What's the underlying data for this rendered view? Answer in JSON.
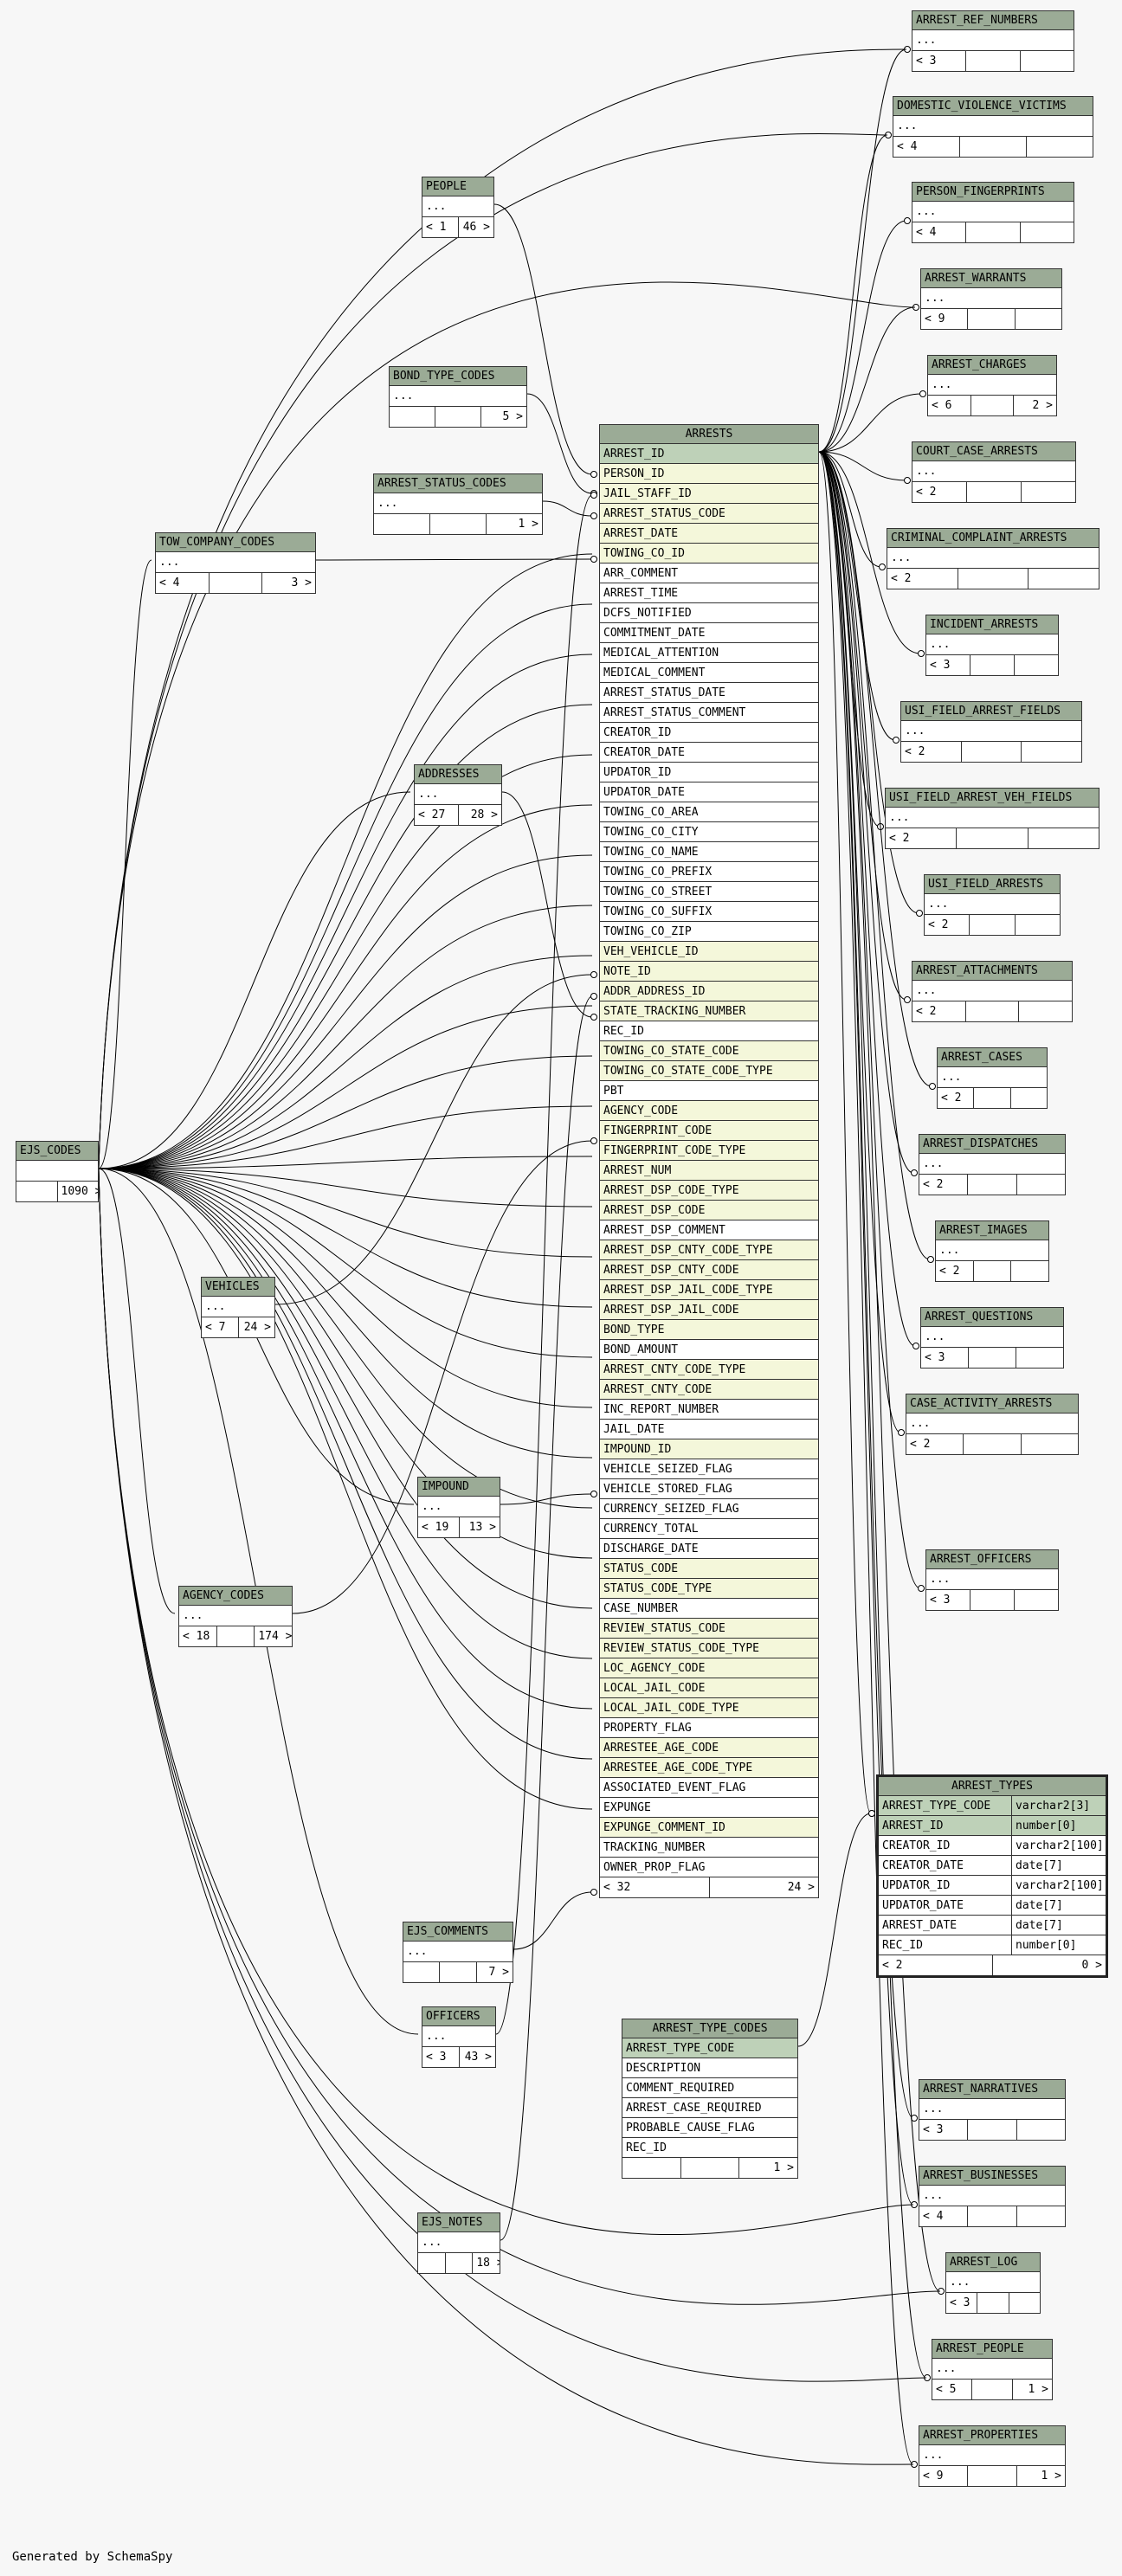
{
  "footer": "Generated by SchemaSpy",
  "arrests": {
    "name": "ARRESTS",
    "columns": [
      {
        "n": "ARREST_ID",
        "k": "pk"
      },
      {
        "n": "PERSON_ID",
        "k": "fk"
      },
      {
        "n": "JAIL_STAFF_ID",
        "k": "fk"
      },
      {
        "n": "ARREST_STATUS_CODE",
        "k": "fk"
      },
      {
        "n": "ARREST_DATE",
        "k": "fk"
      },
      {
        "n": "TOWING_CO_ID",
        "k": "fk"
      },
      {
        "n": "ARR_COMMENT",
        "k": ""
      },
      {
        "n": "ARREST_TIME",
        "k": ""
      },
      {
        "n": "DCFS_NOTIFIED",
        "k": ""
      },
      {
        "n": "COMMITMENT_DATE",
        "k": ""
      },
      {
        "n": "MEDICAL_ATTENTION",
        "k": ""
      },
      {
        "n": "MEDICAL_COMMENT",
        "k": ""
      },
      {
        "n": "ARREST_STATUS_DATE",
        "k": ""
      },
      {
        "n": "ARREST_STATUS_COMMENT",
        "k": ""
      },
      {
        "n": "CREATOR_ID",
        "k": ""
      },
      {
        "n": "CREATOR_DATE",
        "k": ""
      },
      {
        "n": "UPDATOR_ID",
        "k": ""
      },
      {
        "n": "UPDATOR_DATE",
        "k": ""
      },
      {
        "n": "TOWING_CO_AREA",
        "k": ""
      },
      {
        "n": "TOWING_CO_CITY",
        "k": ""
      },
      {
        "n": "TOWING_CO_NAME",
        "k": ""
      },
      {
        "n": "TOWING_CO_PREFIX",
        "k": ""
      },
      {
        "n": "TOWING_CO_STREET",
        "k": ""
      },
      {
        "n": "TOWING_CO_SUFFIX",
        "k": ""
      },
      {
        "n": "TOWING_CO_ZIP",
        "k": ""
      },
      {
        "n": "VEH_VEHICLE_ID",
        "k": "fk"
      },
      {
        "n": "NOTE_ID",
        "k": "fk"
      },
      {
        "n": "ADDR_ADDRESS_ID",
        "k": "fk"
      },
      {
        "n": "STATE_TRACKING_NUMBER",
        "k": "fk"
      },
      {
        "n": "REC_ID",
        "k": ""
      },
      {
        "n": "TOWING_CO_STATE_CODE",
        "k": "fk"
      },
      {
        "n": "TOWING_CO_STATE_CODE_TYPE",
        "k": "fk"
      },
      {
        "n": "PBT",
        "k": ""
      },
      {
        "n": "AGENCY_CODE",
        "k": "fk"
      },
      {
        "n": "FINGERPRINT_CODE",
        "k": "fk"
      },
      {
        "n": "FINGERPRINT_CODE_TYPE",
        "k": "fk"
      },
      {
        "n": "ARREST_NUM",
        "k": "fk"
      },
      {
        "n": "ARREST_DSP_CODE_TYPE",
        "k": "fk"
      },
      {
        "n": "ARREST_DSP_CODE",
        "k": "fk"
      },
      {
        "n": "ARREST_DSP_COMMENT",
        "k": ""
      },
      {
        "n": "ARREST_DSP_CNTY_CODE_TYPE",
        "k": "fk"
      },
      {
        "n": "ARREST_DSP_CNTY_CODE",
        "k": "fk"
      },
      {
        "n": "ARREST_DSP_JAIL_CODE_TYPE",
        "k": "fk"
      },
      {
        "n": "ARREST_DSP_JAIL_CODE",
        "k": "fk"
      },
      {
        "n": "BOND_TYPE",
        "k": "fk"
      },
      {
        "n": "BOND_AMOUNT",
        "k": ""
      },
      {
        "n": "ARREST_CNTY_CODE_TYPE",
        "k": "fk"
      },
      {
        "n": "ARREST_CNTY_CODE",
        "k": "fk"
      },
      {
        "n": "INC_REPORT_NUMBER",
        "k": ""
      },
      {
        "n": "JAIL_DATE",
        "k": ""
      },
      {
        "n": "IMPOUND_ID",
        "k": "fk"
      },
      {
        "n": "VEHICLE_SEIZED_FLAG",
        "k": ""
      },
      {
        "n": "VEHICLE_STORED_FLAG",
        "k": ""
      },
      {
        "n": "CURRENCY_SEIZED_FLAG",
        "k": ""
      },
      {
        "n": "CURRENCY_TOTAL",
        "k": ""
      },
      {
        "n": "DISCHARGE_DATE",
        "k": ""
      },
      {
        "n": "STATUS_CODE",
        "k": "fk"
      },
      {
        "n": "STATUS_CODE_TYPE",
        "k": "fk"
      },
      {
        "n": "CASE_NUMBER",
        "k": ""
      },
      {
        "n": "REVIEW_STATUS_CODE",
        "k": "fk"
      },
      {
        "n": "REVIEW_STATUS_CODE_TYPE",
        "k": "fk"
      },
      {
        "n": "LOC_AGENCY_CODE",
        "k": "fk"
      },
      {
        "n": "LOCAL_JAIL_CODE",
        "k": "fk"
      },
      {
        "n": "LOCAL_JAIL_CODE_TYPE",
        "k": "fk"
      },
      {
        "n": "PROPERTY_FLAG",
        "k": ""
      },
      {
        "n": "ARRESTEE_AGE_CODE",
        "k": "fk"
      },
      {
        "n": "ARRESTEE_AGE_CODE_TYPE",
        "k": "fk"
      },
      {
        "n": "ASSOCIATED_EVENT_FLAG",
        "k": ""
      },
      {
        "n": "EXPUNGE",
        "k": ""
      },
      {
        "n": "EXPUNGE_COMMENT_ID",
        "k": "fk"
      },
      {
        "n": "TRACKING_NUMBER",
        "k": ""
      },
      {
        "n": "OWNER_PROP_FLAG",
        "k": ""
      }
    ],
    "foot": [
      "< 32",
      "24 >"
    ]
  },
  "arrest_types": {
    "name": "ARREST_TYPES",
    "columns": [
      {
        "n": "ARREST_TYPE_CODE",
        "t": "varchar2[3]",
        "k": "pk"
      },
      {
        "n": "ARREST_ID",
        "t": "number[0]",
        "k": "pk"
      },
      {
        "n": "CREATOR_ID",
        "t": "varchar2[100]",
        "k": ""
      },
      {
        "n": "CREATOR_DATE",
        "t": "date[7]",
        "k": ""
      },
      {
        "n": "UPDATOR_ID",
        "t": "varchar2[100]",
        "k": ""
      },
      {
        "n": "UPDATOR_DATE",
        "t": "date[7]",
        "k": ""
      },
      {
        "n": "ARREST_DATE",
        "t": "date[7]",
        "k": ""
      },
      {
        "n": "REC_ID",
        "t": "number[0]",
        "k": ""
      }
    ],
    "foot": [
      "< 2",
      "0 >"
    ]
  },
  "arrest_type_codes": {
    "name": "ARREST_TYPE_CODES",
    "columns": [
      {
        "n": "ARREST_TYPE_CODE",
        "k": "pk"
      },
      {
        "n": "DESCRIPTION",
        "k": ""
      },
      {
        "n": "COMMENT_REQUIRED",
        "k": ""
      },
      {
        "n": "ARREST_CASE_REQUIRED",
        "k": ""
      },
      {
        "n": "PROBABLE_CAUSE_FLAG",
        "k": ""
      },
      {
        "n": "REC_ID",
        "k": ""
      }
    ],
    "foot": [
      "",
      "",
      "1 >"
    ]
  },
  "small_tables": [
    {
      "id": "ejs_codes",
      "name": "EJS_CODES",
      "dots": "",
      "foot": [
        "",
        "1090 >"
      ]
    },
    {
      "id": "people",
      "name": "PEOPLE",
      "dots": "...",
      "foot": [
        "< 1",
        "46 >"
      ]
    },
    {
      "id": "bond_type_codes",
      "name": "BOND_TYPE_CODES",
      "dots": "...",
      "foot": [
        "",
        "",
        "5 >"
      ]
    },
    {
      "id": "arrest_status_codes",
      "name": "ARREST_STATUS_CODES",
      "dots": "...",
      "foot": [
        "",
        "",
        "1 >"
      ]
    },
    {
      "id": "tow_company_codes",
      "name": "TOW_COMPANY_CODES",
      "dots": "...",
      "foot": [
        "< 4",
        "",
        "3 >"
      ]
    },
    {
      "id": "addresses",
      "name": "ADDRESSES",
      "dots": "...",
      "foot": [
        "< 27",
        "28 >"
      ]
    },
    {
      "id": "vehicles",
      "name": "VEHICLES",
      "dots": "...",
      "foot": [
        "< 7",
        "24 >"
      ]
    },
    {
      "id": "impound",
      "name": "IMPOUND",
      "dots": "...",
      "foot": [
        "< 19",
        "13 >"
      ]
    },
    {
      "id": "agency_codes",
      "name": "AGENCY_CODES",
      "dots": "...",
      "foot": [
        "< 18",
        "",
        "174 >"
      ]
    },
    {
      "id": "ejs_comments",
      "name": "EJS_COMMENTS",
      "dots": "...",
      "foot": [
        "",
        "",
        "7 >"
      ]
    },
    {
      "id": "officers",
      "name": "OFFICERS",
      "dots": "...",
      "foot": [
        "< 3",
        "43 >"
      ]
    },
    {
      "id": "ejs_notes",
      "name": "EJS_NOTES",
      "dots": "...",
      "foot": [
        "",
        "",
        "18 >"
      ]
    },
    {
      "id": "arrest_ref_numbers",
      "name": "ARREST_REF_NUMBERS",
      "dots": "...",
      "foot": [
        "< 3",
        "",
        ""
      ]
    },
    {
      "id": "domestic_violence_victims",
      "name": "DOMESTIC_VIOLENCE_VICTIMS",
      "dots": "...",
      "foot": [
        "< 4",
        "",
        ""
      ]
    },
    {
      "id": "person_fingerprints",
      "name": "PERSON_FINGERPRINTS",
      "dots": "...",
      "foot": [
        "< 4",
        "",
        ""
      ]
    },
    {
      "id": "arrest_warrants",
      "name": "ARREST_WARRANTS",
      "dots": "...",
      "foot": [
        "< 9",
        "",
        ""
      ]
    },
    {
      "id": "arrest_charges",
      "name": "ARREST_CHARGES",
      "dots": "...",
      "foot": [
        "< 6",
        "",
        "2 >"
      ]
    },
    {
      "id": "court_case_arrests",
      "name": "COURT_CASE_ARRESTS",
      "dots": "...",
      "foot": [
        "< 2",
        "",
        ""
      ]
    },
    {
      "id": "criminal_complaint_arrests",
      "name": "CRIMINAL_COMPLAINT_ARRESTS",
      "dots": "...",
      "foot": [
        "< 2",
        "",
        ""
      ]
    },
    {
      "id": "incident_arrests",
      "name": "INCIDENT_ARRESTS",
      "dots": "...",
      "foot": [
        "< 3",
        "",
        ""
      ]
    },
    {
      "id": "usi_field_arrest_fields",
      "name": "USI_FIELD_ARREST_FIELDS",
      "dots": "...",
      "foot": [
        "< 2",
        "",
        ""
      ]
    },
    {
      "id": "usi_field_arrest_veh_fields",
      "name": "USI_FIELD_ARREST_VEH_FIELDS",
      "dots": "...",
      "foot": [
        "< 2",
        "",
        ""
      ]
    },
    {
      "id": "usi_field_arrests",
      "name": "USI_FIELD_ARRESTS",
      "dots": "...",
      "foot": [
        "< 2",
        "",
        ""
      ]
    },
    {
      "id": "arrest_attachments",
      "name": "ARREST_ATTACHMENTS",
      "dots": "...",
      "foot": [
        "< 2",
        "",
        ""
      ]
    },
    {
      "id": "arrest_cases",
      "name": "ARREST_CASES",
      "dots": "...",
      "foot": [
        "< 2",
        "",
        ""
      ]
    },
    {
      "id": "arrest_dispatches",
      "name": "ARREST_DISPATCHES",
      "dots": "...",
      "foot": [
        "< 2",
        "",
        ""
      ]
    },
    {
      "id": "arrest_images",
      "name": "ARREST_IMAGES",
      "dots": "...",
      "foot": [
        "< 2",
        "",
        ""
      ]
    },
    {
      "id": "arrest_questions",
      "name": "ARREST_QUESTIONS",
      "dots": "...",
      "foot": [
        "< 3",
        "",
        ""
      ]
    },
    {
      "id": "case_activity_arrests",
      "name": "CASE_ACTIVITY_ARRESTS",
      "dots": "...",
      "foot": [
        "< 2",
        "",
        ""
      ]
    },
    {
      "id": "arrest_officers",
      "name": "ARREST_OFFICERS",
      "dots": "...",
      "foot": [
        "< 3",
        "",
        ""
      ]
    },
    {
      "id": "arrest_narratives",
      "name": "ARREST_NARRATIVES",
      "dots": "...",
      "foot": [
        "< 3",
        "",
        ""
      ]
    },
    {
      "id": "arrest_businesses",
      "name": "ARREST_BUSINESSES",
      "dots": "...",
      "foot": [
        "< 4",
        "",
        ""
      ]
    },
    {
      "id": "arrest_log",
      "name": "ARREST_LOG",
      "dots": "...",
      "foot": [
        "< 3",
        "",
        ""
      ]
    },
    {
      "id": "arrest_people",
      "name": "ARREST_PEOPLE",
      "dots": "...",
      "foot": [
        "< 5",
        "",
        "1 >"
      ]
    },
    {
      "id": "arrest_properties",
      "name": "ARREST_PROPERTIES",
      "dots": "...",
      "foot": [
        "< 9",
        "",
        "1 >"
      ]
    }
  ],
  "colors": {
    "header": "#9bab96",
    "pk": "#bed1b8",
    "fk": "#f4f7da",
    "line": "#000000"
  }
}
